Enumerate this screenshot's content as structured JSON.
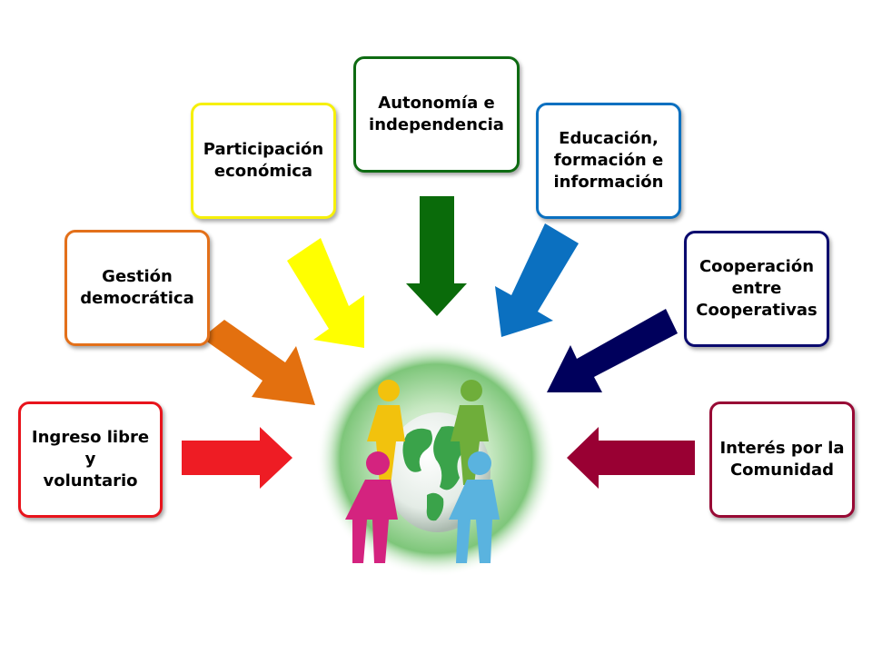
{
  "principles": [
    {
      "label": "Ingreso libre y\nvoluntario",
      "color": "#e8141c"
    },
    {
      "label": "Gestión\ndemocrática",
      "color": "#e3701a"
    },
    {
      "label": "Participación\neconómica",
      "color": "#f6f00a"
    },
    {
      "label": "Autonomía e\nindependencia",
      "color": "#0e6b12"
    },
    {
      "label": "Educación,\nformación e\ninformación",
      "color": "#0b70c0"
    },
    {
      "label": "Cooperación\nentre\nCooperativas",
      "color": "#0a0a6e"
    },
    {
      "label": "Interés por la\nComunidad",
      "color": "#980a35"
    }
  ],
  "center_illustration": {
    "icon": "people-around-globe-icon",
    "background": "#7fc97a"
  }
}
